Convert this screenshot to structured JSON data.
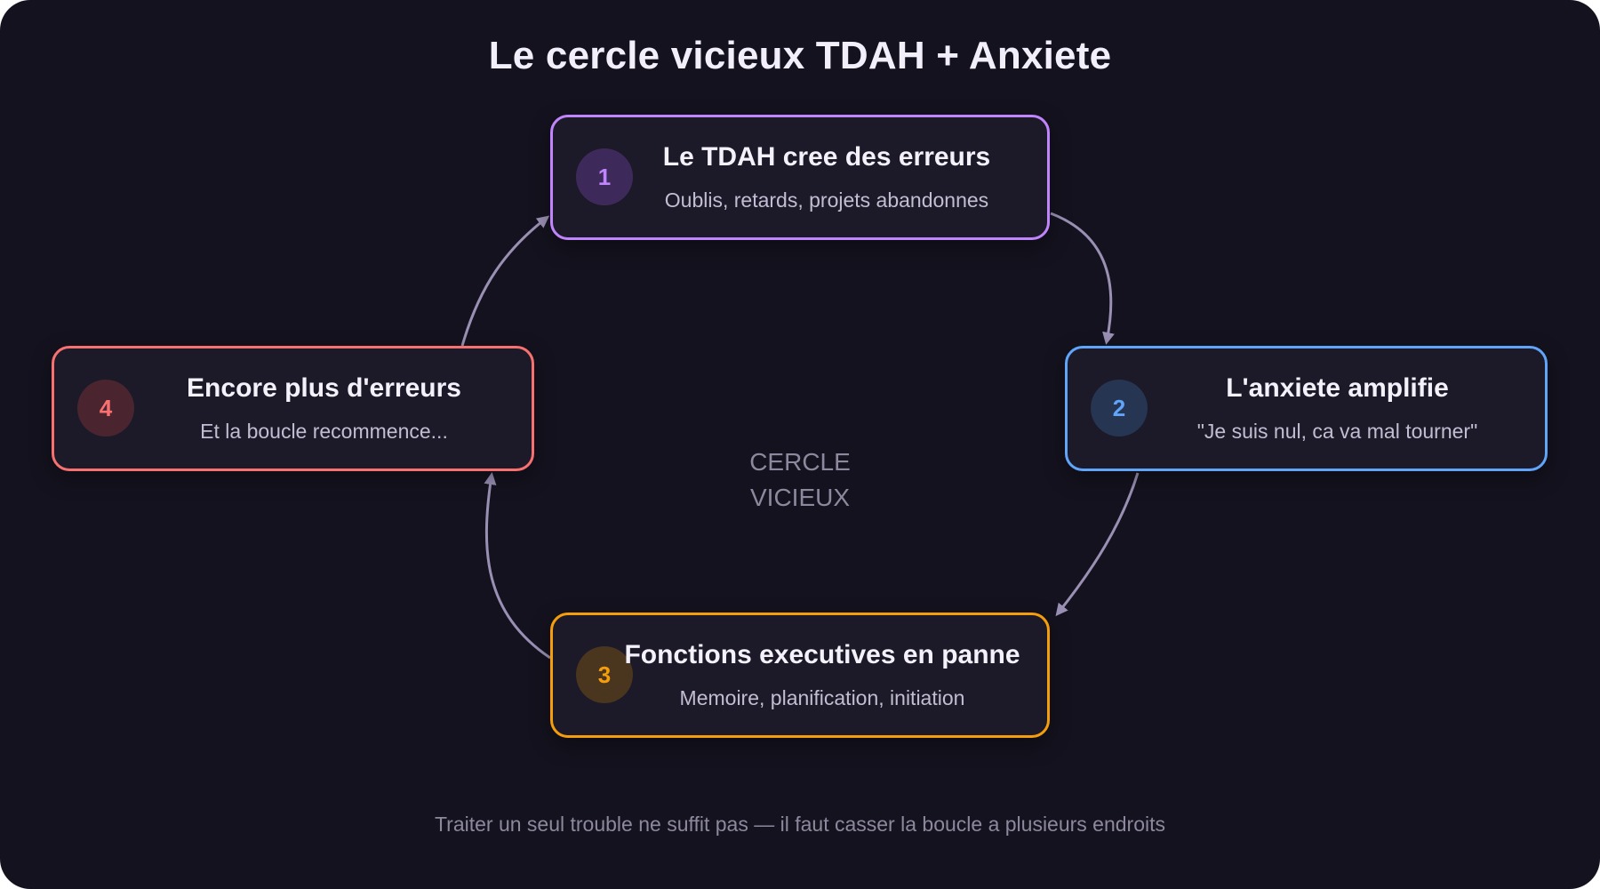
{
  "title": "Le cercle vicieux TDAH + Anxiete",
  "center_label": {
    "line1": "CERCLE",
    "line2": "VICIEUX"
  },
  "footer": "Traiter un seul trouble ne suffit pas — il faut casser la boucle a plusieurs endroits",
  "steps": [
    {
      "number": "1",
      "title": "Le TDAH cree des erreurs",
      "subtitle": "Oublis, retards, projets abandonnes",
      "color": "#c084fc",
      "badge_bg": "#3d2a5a"
    },
    {
      "number": "2",
      "title": "L'anxiete amplifie",
      "subtitle": "\"Je suis nul, ca va mal tourner\"",
      "color": "#60a5fa",
      "badge_bg": "#263552"
    },
    {
      "number": "3",
      "title": "Fonctions executives en panne",
      "subtitle": "Memoire, planification, initiation",
      "color": "#f59e0b",
      "badge_bg": "#4a351e"
    },
    {
      "number": "4",
      "title": "Encore plus d'erreurs",
      "subtitle": "Et la boucle recommence...",
      "color": "#f87171",
      "badge_bg": "#4a2530"
    }
  ],
  "arrow_color": "#9a90b4",
  "background": "#14121e"
}
